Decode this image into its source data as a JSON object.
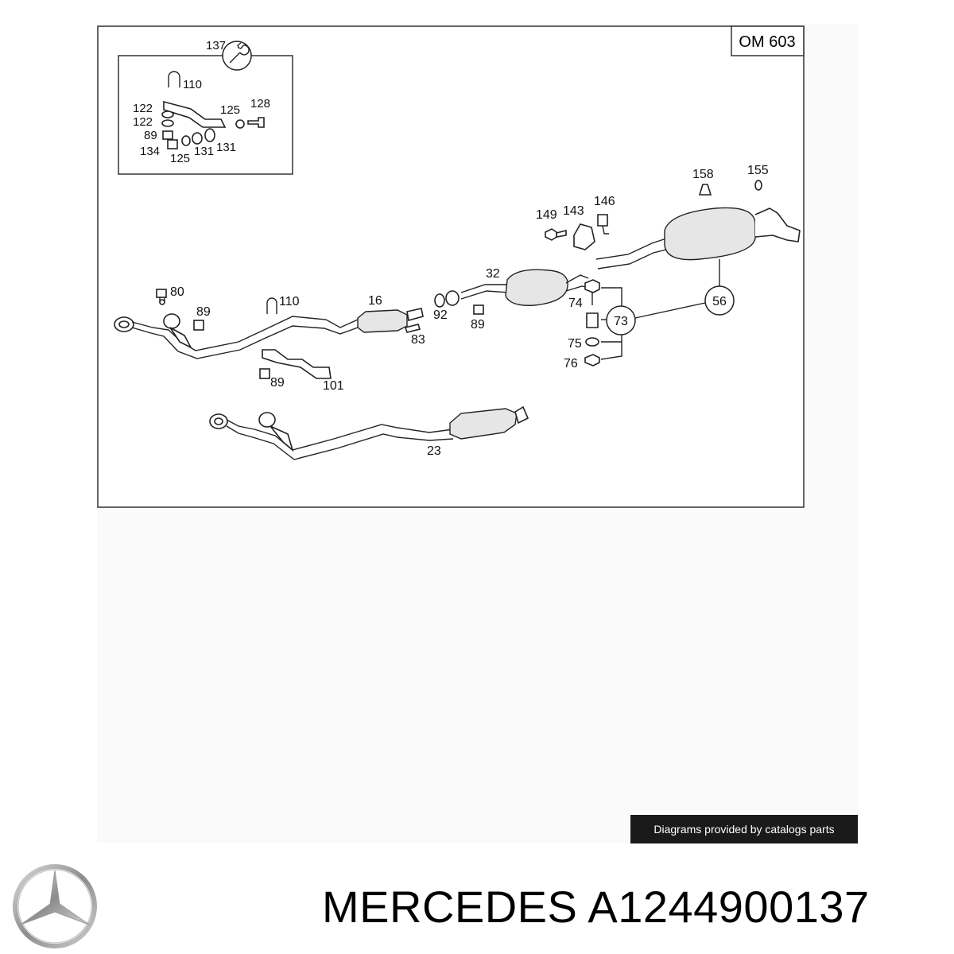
{
  "diagram": {
    "engine_code": "OM 603",
    "inset": {
      "tool_ref": "137",
      "labels": {
        "l110": "110",
        "l122a": "122",
        "l122b": "122",
        "l125top": "125",
        "l128": "128",
        "l89": "89",
        "l134": "134",
        "l125bot": "125",
        "l131a": "131",
        "l131b": "131"
      }
    },
    "labels": {
      "p80": "80",
      "p89a": "89",
      "p110": "110",
      "p16": "16",
      "p83": "83",
      "p92": "92",
      "p89b": "89",
      "p32": "32",
      "p149": "149",
      "p143": "143",
      "p146": "146",
      "p158": "158",
      "p155": "155",
      "p74": "74",
      "p73": "73",
      "p56": "56",
      "p75": "75",
      "p76": "76",
      "p89c": "89",
      "p101": "101",
      "p23": "23"
    }
  },
  "footer": {
    "credit": "Diagrams provided by catalogs parts",
    "title": "MERCEDES A1244900137"
  }
}
